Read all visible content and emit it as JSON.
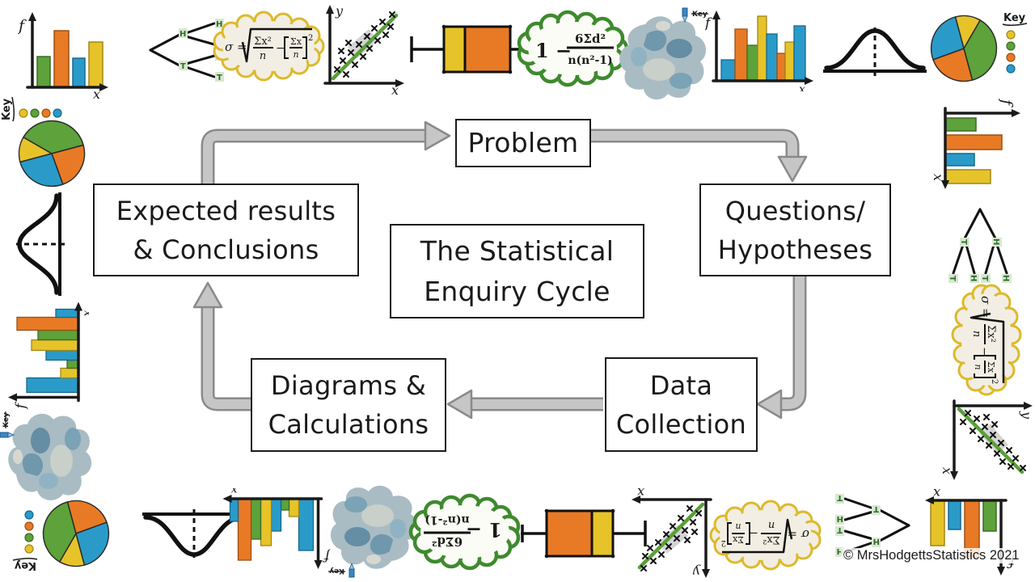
{
  "title": {
    "line1": "The Statistical",
    "line2": "Enquiry Cycle"
  },
  "cycle": {
    "problem": "Problem",
    "questions_line1": "Questions/",
    "questions_line2": "Hypotheses",
    "data_line1": "Data",
    "data_line2": "Collection",
    "diagrams_line1": "Diagrams &",
    "diagrams_line2": "Calculations",
    "expected_line1": "Expected results",
    "expected_line2": "& Conclusions"
  },
  "copyright": "© MrsHodgettsStatistics 2021",
  "labels": {
    "f": "f",
    "x": "x",
    "y": "y",
    "key": "Key",
    "h": "H",
    "t": "T"
  },
  "formulas": {
    "sigma": {
      "text": "σ = √(Σx²/n − [Σx/n]²)",
      "lhs": "σ =",
      "num1": "Σx²",
      "den1": "n",
      "minus": "−",
      "num2": "Σx",
      "den2": "n",
      "sup": "2"
    },
    "spearman": {
      "text": "1 − 6Σd²/n(n²-1)",
      "prefix": "1 −",
      "num": "6Σd²",
      "den": "n(n²-1)"
    }
  },
  "colors": {
    "green": "#5da23a",
    "orange": "#e87a25",
    "blue": "#2a9bc9",
    "yellow": "#e7c32a",
    "ink": "#1a1a1a",
    "arrow_fill": "#c6c6c6",
    "arrow_outline": "#8a8a8a",
    "sigma_cloud_stroke": "#ddb92a",
    "spearman_cloud_stroke": "#3e8a2e",
    "trend_line": "#5a9e3a"
  }
}
